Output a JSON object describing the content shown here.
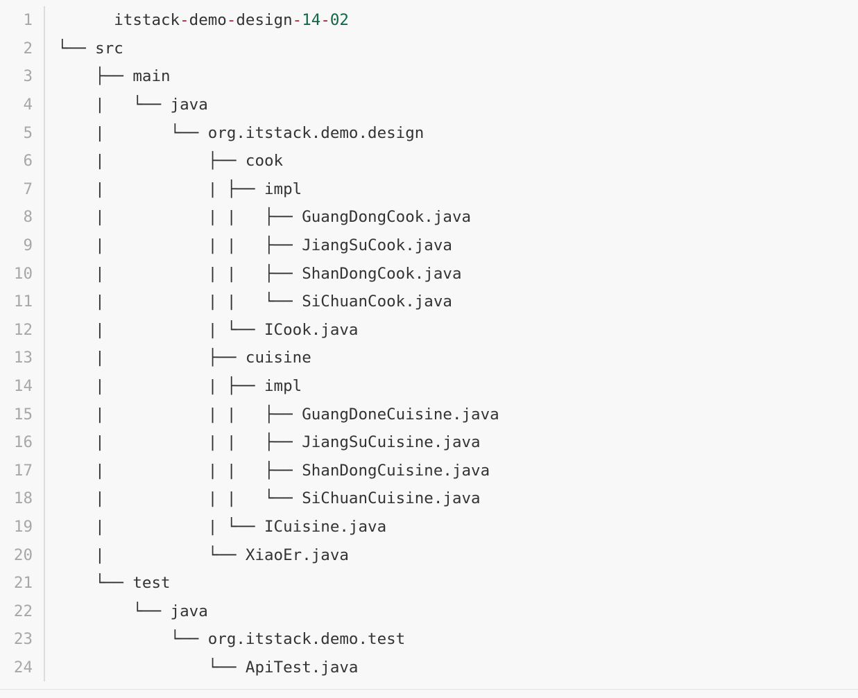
{
  "editor": {
    "title_line": {
      "parts": [
        {
          "text": "itstack",
          "kind": "plain"
        },
        {
          "text": "-",
          "kind": "op"
        },
        {
          "text": "demo",
          "kind": "plain"
        },
        {
          "text": "-",
          "kind": "op"
        },
        {
          "text": "design",
          "kind": "plain"
        },
        {
          "text": "-",
          "kind": "op"
        },
        {
          "text": "14",
          "kind": "num"
        },
        {
          "text": "-",
          "kind": "op"
        },
        {
          "text": "02",
          "kind": "num"
        }
      ]
    },
    "lines": [
      {
        "n": "1",
        "text": ""
      },
      {
        "n": "2",
        "text": "└── src"
      },
      {
        "n": "3",
        "text": "    ├── main"
      },
      {
        "n": "4",
        "text": "    |   └── java"
      },
      {
        "n": "5",
        "text": "    |       └── org.itstack.demo.design"
      },
      {
        "n": "6",
        "text": "    |           ├── cook"
      },
      {
        "n": "7",
        "text": "    |           | ├── impl"
      },
      {
        "n": "8",
        "text": "    |           | |   ├── GuangDongCook.java"
      },
      {
        "n": "9",
        "text": "    |           | |   ├── JiangSuCook.java"
      },
      {
        "n": "10",
        "text": "    |           | |   ├── ShanDongCook.java"
      },
      {
        "n": "11",
        "text": "    |           | |   └── SiChuanCook.java"
      },
      {
        "n": "12",
        "text": "    |           | └── ICook.java"
      },
      {
        "n": "13",
        "text": "    |           ├── cuisine"
      },
      {
        "n": "14",
        "text": "    |           | ├── impl"
      },
      {
        "n": "15",
        "text": "    |           | |   ├── GuangDoneCuisine.java"
      },
      {
        "n": "16",
        "text": "    |           | |   ├── JiangSuCuisine.java"
      },
      {
        "n": "17",
        "text": "    |           | |   ├── ShanDongCuisine.java"
      },
      {
        "n": "18",
        "text": "    |           | |   └── SiChuanCuisine.java"
      },
      {
        "n": "19",
        "text": "    |           | └── ICuisine.java"
      },
      {
        "n": "20",
        "text": "    |           └── XiaoEr.java"
      },
      {
        "n": "21",
        "text": "    └── test"
      },
      {
        "n": "22",
        "text": "        └── java"
      },
      {
        "n": "23",
        "text": "            └── org.itstack.demo.test"
      },
      {
        "n": "24",
        "text": "                └── ApiTest.java"
      }
    ],
    "colors": {
      "background": "#f8f8f8",
      "text": "#333333",
      "line_number": "#a7a7a7",
      "operator": "#a6263e",
      "number": "#116644",
      "gutter_rule": "#dddddd"
    }
  }
}
